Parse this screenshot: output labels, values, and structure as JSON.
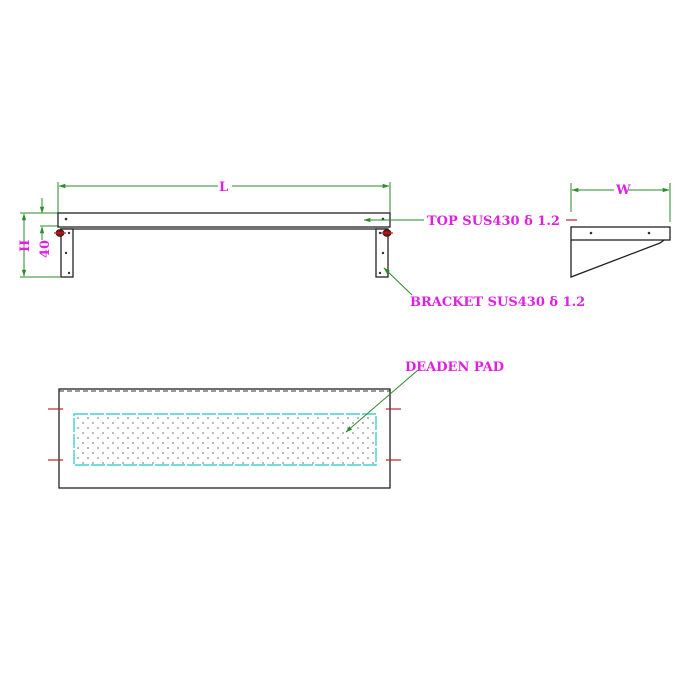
{
  "drawing": {
    "front_view": {
      "dimension_length": "L",
      "dimension_height": "H",
      "dimension_top_depth": "40"
    },
    "side_view": {
      "dimension_width": "W"
    },
    "callouts": {
      "top": "TOP SUS430 δ 1.2",
      "bracket": "BRACKET SUS430 δ 1.2",
      "deaden_pad": "DEADEN PAD"
    },
    "colors": {
      "label": "#e020e0",
      "dimension_line": "#2a8a2a",
      "object_line": "#222222",
      "center_mark": "#c0202a",
      "pad_outline": "#40d0d0",
      "pad_dots": "#888888"
    }
  }
}
